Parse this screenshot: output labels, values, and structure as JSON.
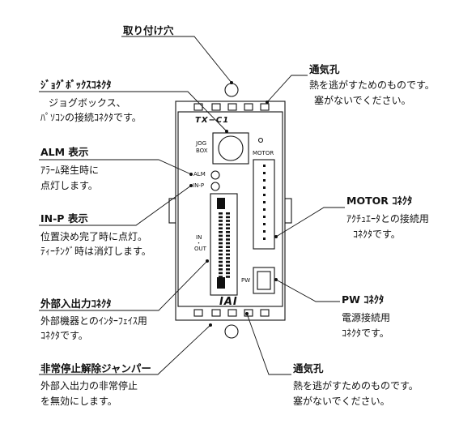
{
  "device": {
    "model": "TX−C1",
    "brand": "IAI",
    "jog_box_label_1": "JOG",
    "jog_box_label_2": "BOX",
    "motor_label": "MOTOR",
    "alm_label": "ALM",
    "inp_label": "IN-P",
    "io_label_in": "IN",
    "io_label_dot": "・",
    "io_label_out": "OUT",
    "pw_label": "PW"
  },
  "callouts": {
    "mount_hole": {
      "title": "取り付け穴"
    },
    "vent_top": {
      "title": "通気孔",
      "line1": "熱を逃がすためのものです。",
      "line2": "塞がないでください。"
    },
    "jog_box": {
      "title": "ｼﾞｮｸﾞﾎﾞｯｸｽｺﾈｸﾀ",
      "line1": "ジョグボックス、",
      "line2": "ﾊﾟｿｺﾝの接続ｺﾈｸﾀです。"
    },
    "alm": {
      "title": "ALM 表示",
      "line1": "ｱﾗｰﾑ発生時に",
      "line2": "点灯します。"
    },
    "inp": {
      "title": "IN-P 表示",
      "line1": "位置決め完了時に点灯。",
      "line2": "ﾃｨｰﾁﾝｸﾞ時は消灯します。"
    },
    "motor": {
      "title": "MOTOR ｺﾈｸﾀ",
      "line1": "ｱｸﾁｭｴｰﾀとの接続用",
      "line2": "ｺﾈｸﾀです。"
    },
    "io": {
      "title": "外部入出力ｺﾈｸﾀ",
      "line1": "外部機器とのｲﾝﾀｰﾌｪｲｽ用",
      "line2": "ｺﾈｸﾀです。"
    },
    "pw": {
      "title": "PW ｺﾈｸﾀ",
      "line1": "電源接続用",
      "line2": "ｺﾈｸﾀです。"
    },
    "estop": {
      "title": "非常停止解除ジャンパー",
      "line1": "外部入出力の非常停止",
      "line2": "を無効にします。"
    },
    "vent_bottom": {
      "title": "通気孔",
      "line1": "熱を逃がすためのものです。",
      "line2": "塞がないでください。"
    }
  }
}
